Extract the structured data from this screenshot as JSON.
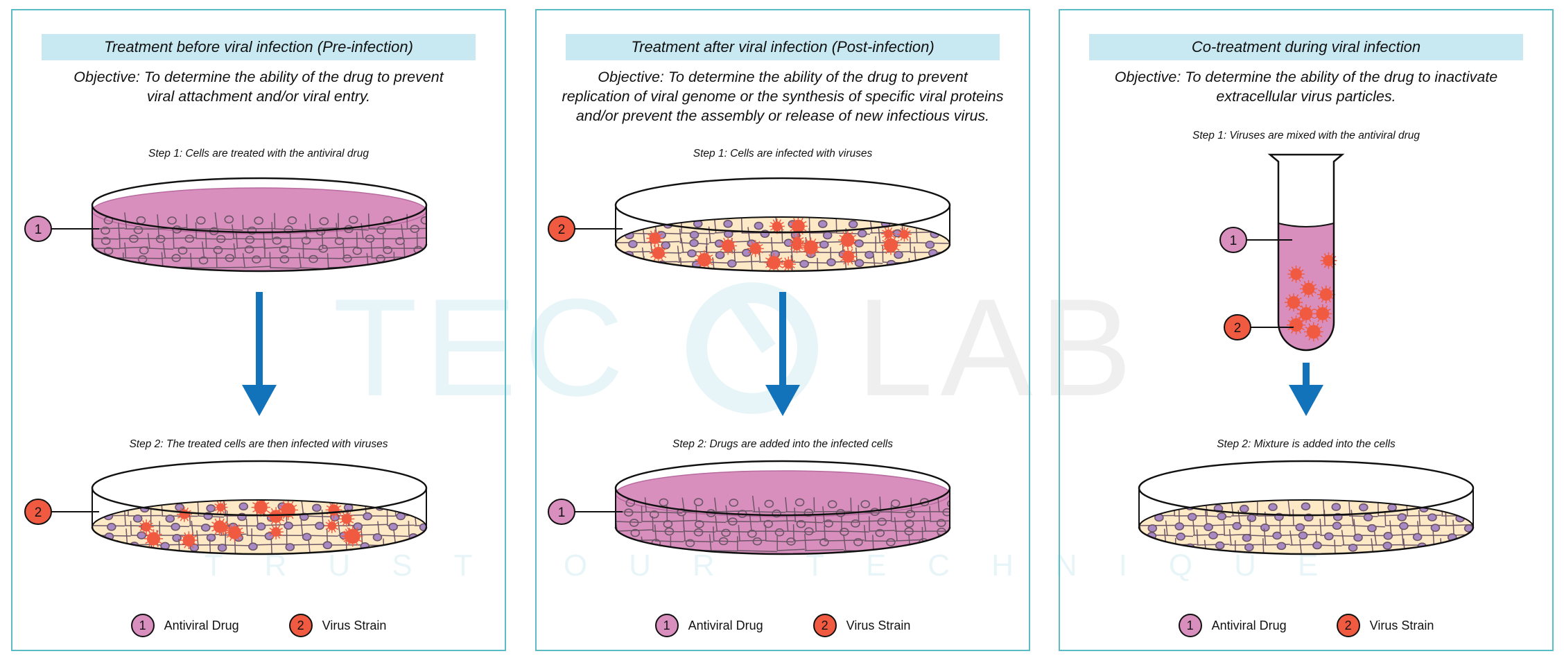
{
  "colors": {
    "panel_border": "#5bbcc4",
    "title_bg": "#c9e9f2",
    "drug_pink": "#d98fbe",
    "drug_pink_dark": "#b86a9f",
    "medium_beige": "#fde9c6",
    "virus_red": "#f05a40",
    "nucleus_purple": "#a889c4",
    "arrow_blue": "#1273bb",
    "cell_line": "#6b5566",
    "watermark_teal": "#e8f5f8",
    "watermark_gray": "#efefef"
  },
  "watermark": {
    "brand_left": "TEC",
    "brand_mid": "O",
    "brand_right": "LAB",
    "tagline": "TRUST OUR TECHNIQUE"
  },
  "legend": {
    "items": [
      {
        "number": "1",
        "label": "Antiviral Drug",
        "color": "#d98fbe"
      },
      {
        "number": "2",
        "label": "Virus Strain",
        "color": "#f05a40"
      }
    ]
  },
  "panels": [
    {
      "title": "Treatment before viral infection (Pre-infection)",
      "objective_lines": [
        "Objective: To determine the ability of the drug to prevent",
        "viral attachment and/or viral entry."
      ],
      "step1": "Step 1: Cells are treated with the antiviral drug",
      "step2": "Step 2: The treated cells are then infected with viruses",
      "step1_visual": {
        "kind": "dish",
        "medium": "drug",
        "viruses": false,
        "callout": "1"
      },
      "step2_visual": {
        "kind": "dish",
        "medium": "beige",
        "viruses": true,
        "callout": "2"
      }
    },
    {
      "title": "Treatment after viral infection (Post-infection)",
      "objective_lines": [
        "Objective: To determine the ability of the drug to prevent",
        "replication of viral genome or the synthesis of specific viral proteins",
        "and/or prevent the assembly or release of new infectious virus."
      ],
      "step1": "Step 1: Cells are infected with viruses",
      "step2": "Step 2: Drugs are added into the infected cells",
      "step1_visual": {
        "kind": "dish",
        "medium": "beige",
        "viruses": true,
        "callout": "2"
      },
      "step2_visual": {
        "kind": "dish",
        "medium": "drug",
        "viruses": false,
        "callout": "1"
      }
    },
    {
      "title": "Co-treatment during viral infection",
      "objective_lines": [
        "Objective: To determine the ability of the drug to inactivate",
        "extracellular virus particles."
      ],
      "step1": "Step 1: Viruses are mixed with the antiviral drug",
      "step2": "Step 2: Mixture is added into the cells",
      "step1_visual": {
        "kind": "tube",
        "callouts": [
          "1",
          "2"
        ]
      },
      "step2_visual": {
        "kind": "dish",
        "medium": "beige",
        "viruses": false,
        "callout": ""
      }
    }
  ]
}
